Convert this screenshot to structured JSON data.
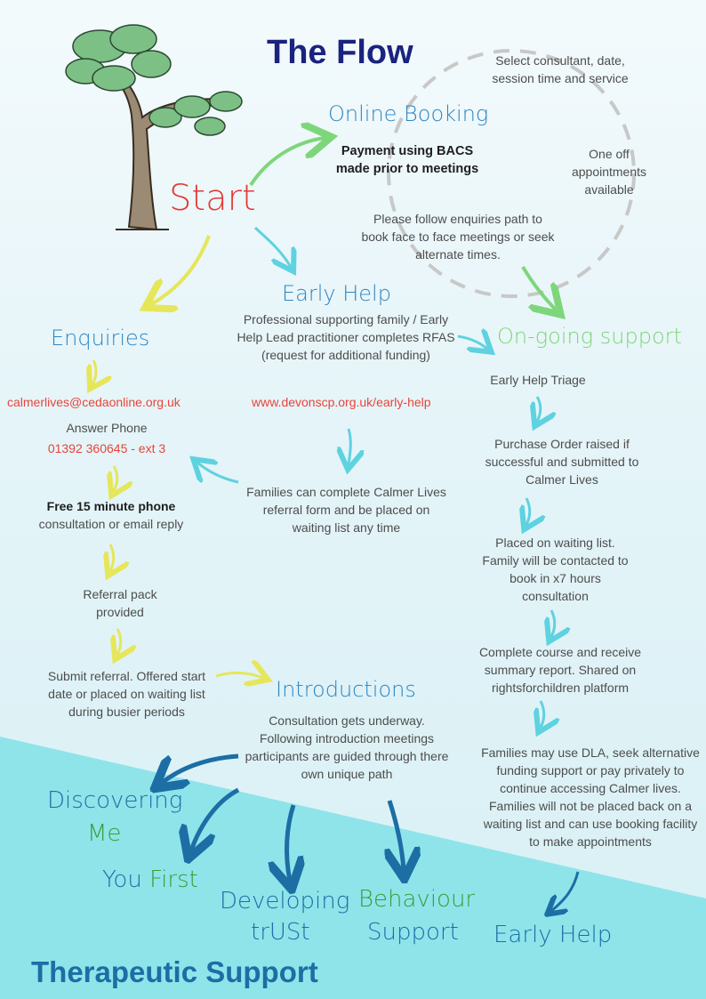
{
  "title": "The Flow",
  "start": "Start",
  "online_booking": {
    "heading": "Online Booking",
    "select_note": "Select consultant, date, session time and service",
    "payment_note": "Payment using BACS made prior to meetings",
    "one_off_note": "One off appointments available",
    "follow_note": "Please follow enquiries path to book face to face meetings or seek alternate times."
  },
  "early_help": {
    "heading": "Early Help",
    "description": "Professional supporting family  / Early Help Lead practitioner completes RFAS (request for additional funding)",
    "link": "www.devonscp.org.uk/early-help",
    "families_note": "Families can complete Calmer Lives referral form and be placed on waiting list any time"
  },
  "enquiries": {
    "heading": "Enquiries",
    "email": "calmerlives@cedaonline.org.uk",
    "answer_phone_label": "Answer Phone",
    "phone": "01392 360645 - ext 3",
    "free_consult_bold": "Free 15 minute phone",
    "free_consult_rest": "consultation or email reply",
    "referral_pack": "Referral pack provided",
    "submit_referral": "Submit referral. Offered start date or placed on waiting list during busier periods"
  },
  "ongoing": {
    "heading": "On-going support",
    "triage": "Early Help Triage",
    "purchase_order": "Purchase Order raised if successful and submitted to Calmer Lives",
    "waiting_list": "Placed on waiting list. Family will be contacted to book in x7 hours consultation",
    "complete_course": "Complete course and receive summary report. Shared on rightsforchildren platform",
    "families_dla": "Families may use DLA, seek alternative funding support or pay privately to continue accessing Calmer lives. Families will not be placed back on a waiting list and can use booking facility to make appointments"
  },
  "introductions": {
    "heading": "Introductions",
    "description": "Consultation gets underway. Following introduction meetings participants are guided through there own unique path"
  },
  "paths": {
    "discovering": "Discovering",
    "me": "Me",
    "you": "You",
    "first": "First",
    "developing": "Developing",
    "trust": "trUSt",
    "behaviour": "Behaviour",
    "support": "Support",
    "early_help": "Early Help"
  },
  "footer": "Therapeutic Support",
  "colors": {
    "title": "#1a237e",
    "start": "#e53935",
    "heading_blue": "#2e86c1",
    "green": "#7ed67a",
    "yellow": "#e6e65a",
    "cyan": "#5ed2e0",
    "dark_blue": "#1c6ea4",
    "path_green": "#3a9d3a",
    "band": "#8fe4ea",
    "email_red": "#e8443a"
  }
}
